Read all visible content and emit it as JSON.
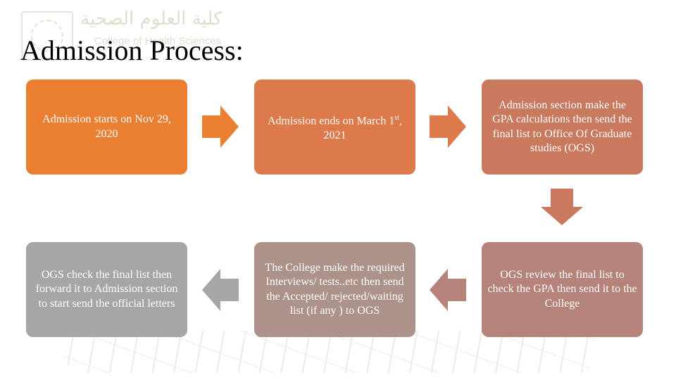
{
  "logo": {
    "arabic": "كلية العلوم الصحية",
    "english": "College of Health Sciences"
  },
  "slide": {
    "title": "Admission Process:"
  },
  "steps": [
    {
      "text": "Admission starts on Nov 29, 2020",
      "color": "#ea7f31"
    },
    {
      "text_before": "Admission ends on March 1",
      "sup": "st",
      "text_after": ", 2021",
      "color": "#dd7a4c"
    },
    {
      "text": "Admission section make the GPA calculations then send the final list to Office Of Graduate studies (OGS)",
      "color": "#c9795e"
    },
    {
      "text": "OGS review the final list to check the GPA then send it to the College",
      "color": "#b6837b"
    },
    {
      "text": "The College make the required Interviews/ tests..etc then send the Accepted/ rejected/waiting list (if any ) to OGS",
      "color": "#ad9289"
    },
    {
      "text": "OGS check the final list then forward it to Admission section to start send the official letters",
      "color": "#a6a6a6"
    }
  ],
  "connectors": [
    {
      "direction": "right",
      "color": "#ea7f31"
    },
    {
      "direction": "right",
      "color": "#dd7a4c"
    },
    {
      "direction": "down",
      "color": "#c9795e"
    },
    {
      "direction": "left",
      "color": "#b6837b"
    },
    {
      "direction": "left",
      "color": "#a6a6a6"
    }
  ]
}
